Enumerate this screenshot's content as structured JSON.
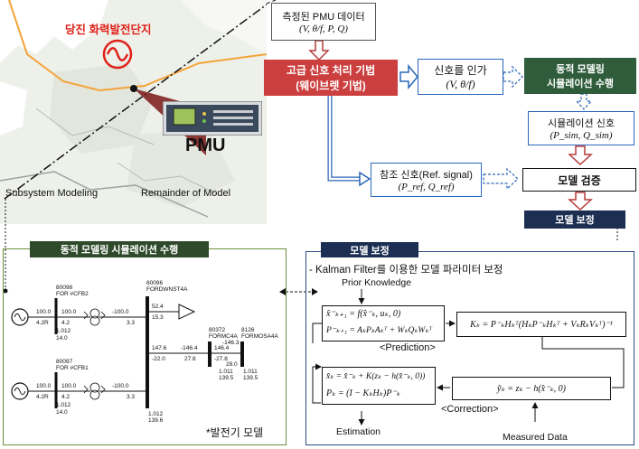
{
  "map": {
    "plant_name": "당진 화력발전단지",
    "pmu_label": "PMU",
    "left_label": "Subsystem Modeling",
    "right_label": "Remainder of Model"
  },
  "flow": {
    "pmu_data_title": "측정된 PMU 데이터",
    "pmu_data_vars": "(V, θ/f, P, Q)",
    "signal_proc_line1": "고급 신호 처리 기법",
    "signal_proc_line2": "(웨이브렛 기법)",
    "apply_signal_title": "신호를 인가",
    "apply_signal_vars": "(V, θ/f)",
    "dyn_sim_line1": "동적 모델링",
    "dyn_sim_line2": "시뮬레이션 수행",
    "sim_signal_title": "시뮬레이션 신호",
    "sim_signal_vars": "(P_sim, Q_sim)",
    "ref_signal_title": "참조 신호(Ref. signal)",
    "ref_signal_vars": "(P_ref, Q_ref)",
    "model_verify": "모델 검증",
    "model_correct": "모델 보정"
  },
  "left_panel": {
    "title": "동적 모델링 시뮬레이션 수행",
    "caption": "*발전기 모델",
    "bus1_id": "80098",
    "bus1_name": "FOR #CFB2",
    "bus2_id": "80097",
    "bus2_name": "FOR #CFB1",
    "bus3_id": "80096",
    "bus3_name": "FORDWNST4A",
    "bus4_id": "80372",
    "bus4_name": "FORMC4A",
    "bus5_id": "8126",
    "bus5_name": "FORMOSA4A",
    "g1_p": "100.0",
    "g1_q": "4.2R",
    "g1_p2": "100.0",
    "g1_q2": "4.2",
    "g1_v1": "1.012",
    "g1_v2": "14.0",
    "g2_p": "100.0",
    "g2_q": "4.2R",
    "g2_p2": "100.0",
    "g2_q2": "4.2",
    "g2_v1": "1.012",
    "g2_v2": "14.0",
    "t1_p": "-100.0",
    "t1_q": "3.3",
    "t2_p": "-100.0",
    "t2_q": "3.3",
    "b3_a": "52.4",
    "b3_b": "15.3",
    "b3_c": "147.6",
    "b3_d": "-22.0",
    "l1_a": "-146.4",
    "l1_b": "27.8",
    "l2_a": "146.4",
    "l2_b": "-27.8",
    "l3_a": "-146.3",
    "l3_b": "28.0",
    "bus3_v1": "1.012",
    "bus3_v2": "139.6",
    "bus4_v1": "1.011",
    "bus4_v2": "139.5",
    "bus5_v1": "1.011",
    "bus5_v2": "139.5"
  },
  "right_panel": {
    "title": "모델 보정",
    "subtitle": "- Kalman Filter를 이용한 모델 파라미터 보정",
    "prior": "Prior Knowledge",
    "pred_eq1": "x̂⁻ₖ₊₁ = f(x̂⁻ₖ, uₖ, 0)",
    "pred_eq2": "P⁻ₖ₊₁ = AₖPₖAₖᵀ + WₖQₖWₖᵀ",
    "pred_label": "<Prediction>",
    "gain_eq": "Kₖ = P⁻ₖHₖᵀ(HₖP⁻ₖHₖᵀ + VₖRₖVₖᵀ)⁻¹",
    "corr_eq1": "x̂ₖ = x̂⁻ₖ + K(zₖ − h(x̂⁻ₖ, 0))",
    "corr_eq2": "Pₖ = (I − KₖHₖ)P⁻ₖ",
    "innov_eq": "ỹₖ = zₖ − h(x̂⁻ₖ, 0)",
    "corr_label": "<Correction>",
    "estimation": "Estimation",
    "measured": "Measured Data"
  }
}
